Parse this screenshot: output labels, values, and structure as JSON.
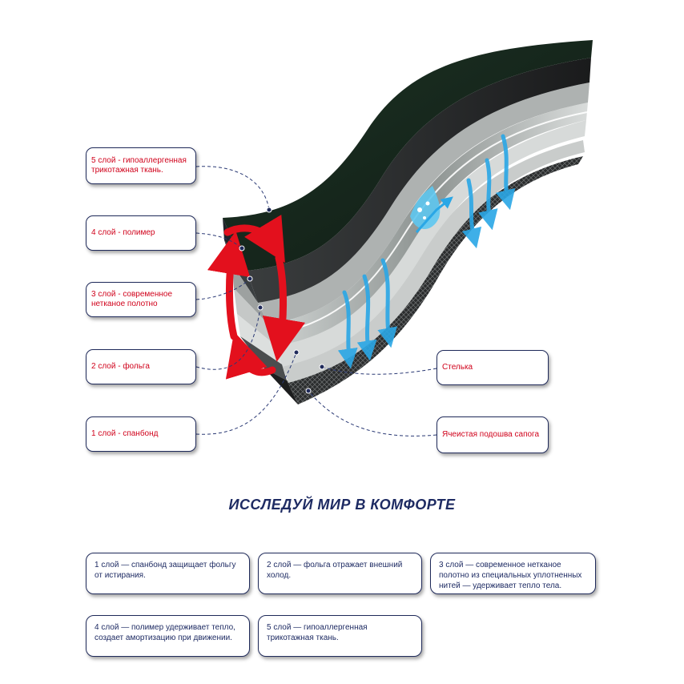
{
  "colors": {
    "label_text": "#d0021b",
    "info_text": "#1e2b63",
    "border": "#1f2a5a",
    "arrow_red": "#e3101d",
    "arrow_blue": "#2aa7e6",
    "layer_top": "#16261c"
  },
  "layer_labels": {
    "layer5": "5 слой - гипоаллергенная трикотажная ткань.",
    "layer4": "4 слой - полимер",
    "layer3": "3 слой - современное нетканое полотно",
    "layer2": "2 слой - фольга",
    "layer1": "1 слой - спанбонд",
    "insole": "Стелька",
    "sole": "Ячеистая подошва сапога"
  },
  "headline": "ИССЛЕДУЙ МИР В КОМФОРТЕ",
  "info": {
    "box1": "1 слой — спанбонд защищает фольгу от истирания.",
    "box2": "2 слой — фольга отражает внешний холод.",
    "box3": "3 слой — современное нетканое полотно из специальных уплотненных нитей — удерживает тепло тела.",
    "box4": "4 слой — полимер удерживает тепло, создает амортизацию при движении.",
    "box5": "5 слой — гипоаллергенная трикотажная ткань."
  },
  "icons": {
    "heat_arrows": "red-circular-arrows-icon",
    "cold_arrows": "blue-down-arrows-icon",
    "moisture": "water-droplets-icon"
  }
}
